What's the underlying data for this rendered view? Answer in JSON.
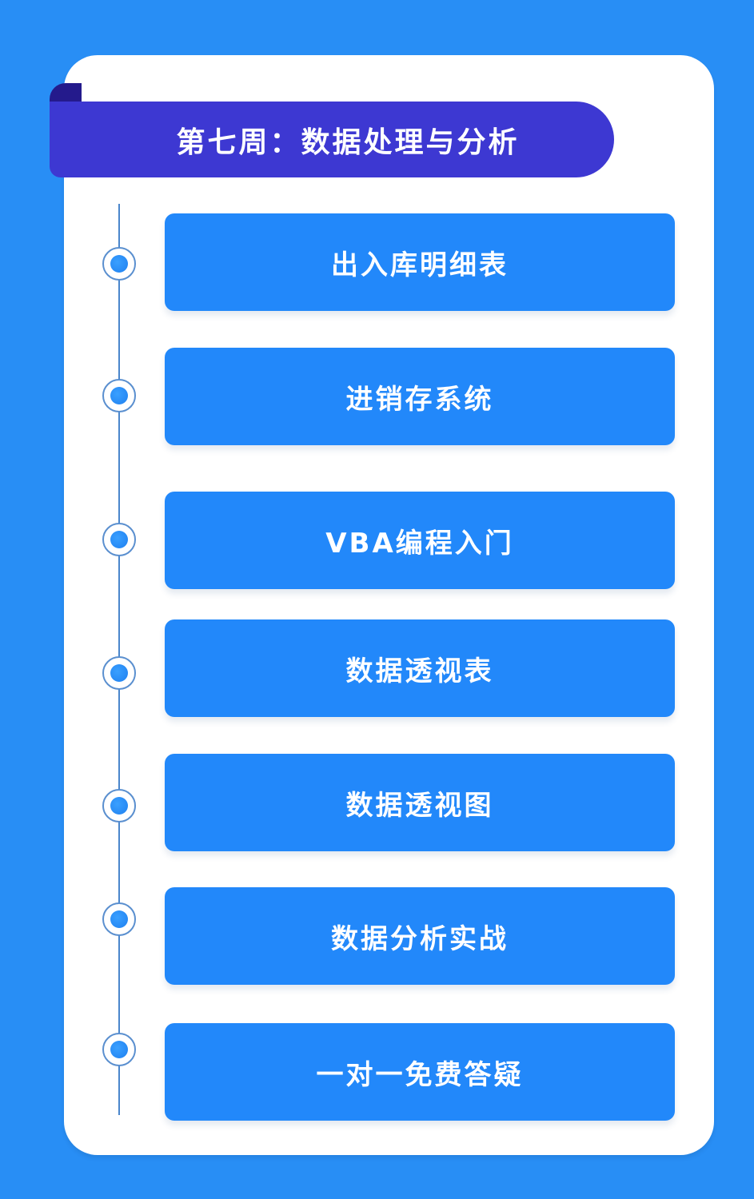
{
  "header": {
    "title": "第七周：数据处理与分析"
  },
  "colors": {
    "background": "#288ef5",
    "card": "#ffffff",
    "ribbon": "#3d38d2",
    "ribbon_fold": "#241a8c",
    "item": "#2288fa",
    "timeline": "#4a86cc"
  },
  "timeline": {
    "items": [
      {
        "label": "出入库明细表",
        "icon": "timeline-dot-icon"
      },
      {
        "label": "进销存系统",
        "icon": "timeline-dot-icon"
      },
      {
        "label": "VBA编程入门",
        "icon": "timeline-dot-icon"
      },
      {
        "label": "数据透视表",
        "icon": "timeline-dot-icon"
      },
      {
        "label": "数据透视图",
        "icon": "timeline-dot-icon"
      },
      {
        "label": "数据分析实战",
        "icon": "timeline-dot-icon"
      },
      {
        "label": "一对一免费答疑",
        "icon": "timeline-dot-icon"
      }
    ]
  }
}
